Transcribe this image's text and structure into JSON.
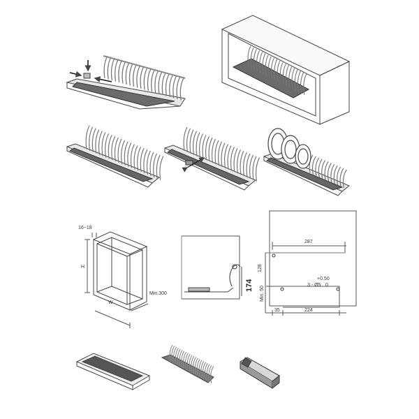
{
  "colors": {
    "line": "#444444",
    "frame": "#9a9a9a",
    "mesh": "#5a5a5a",
    "dim_line": "#555555"
  },
  "labels": {
    "thickness": "16~18",
    "height": "H",
    "width": "W",
    "min_width": "Min.300",
    "clearance": "174",
    "dim_287": "287",
    "dim_128": "128",
    "tolerance": "+0.50",
    "tolerance_zero": "0",
    "hole_spec": "3 - Ø5",
    "min_50": "Min. 50",
    "dim_35": "35",
    "dim_224": "224"
  }
}
